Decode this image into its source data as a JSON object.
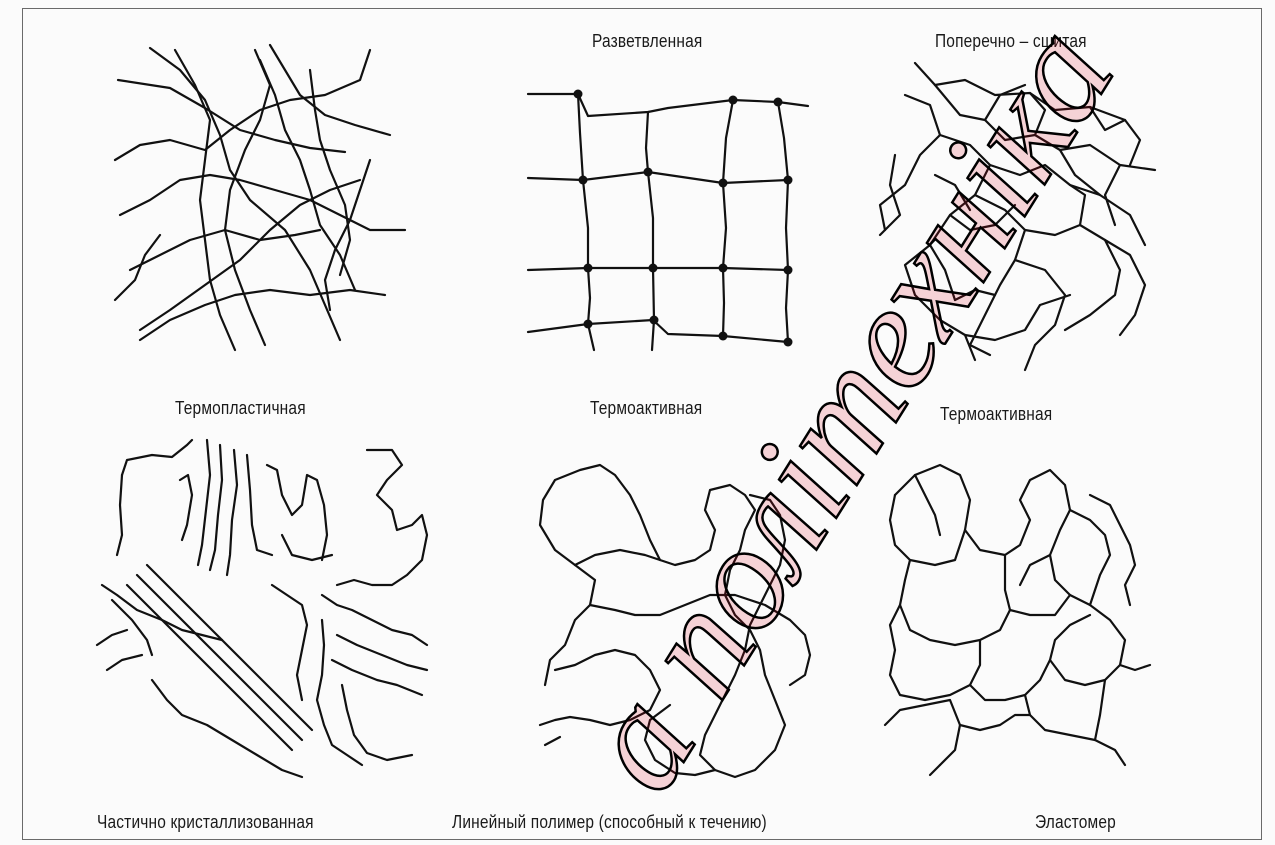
{
  "labels": {
    "top_middle": "Разветвленная",
    "top_right": "Поперечно – сшитая",
    "middle_left": "Термопластичная",
    "middle_center": "Термоактивная",
    "middle_right": "Термоактивная",
    "bottom_left": "Частично кристаллизованная",
    "bottom_center": "Линейный полимер (способный к течению)",
    "bottom_right": "Эластомер"
  },
  "watermark": {
    "text": "a політехніка",
    "color": "#d9001b"
  }
}
